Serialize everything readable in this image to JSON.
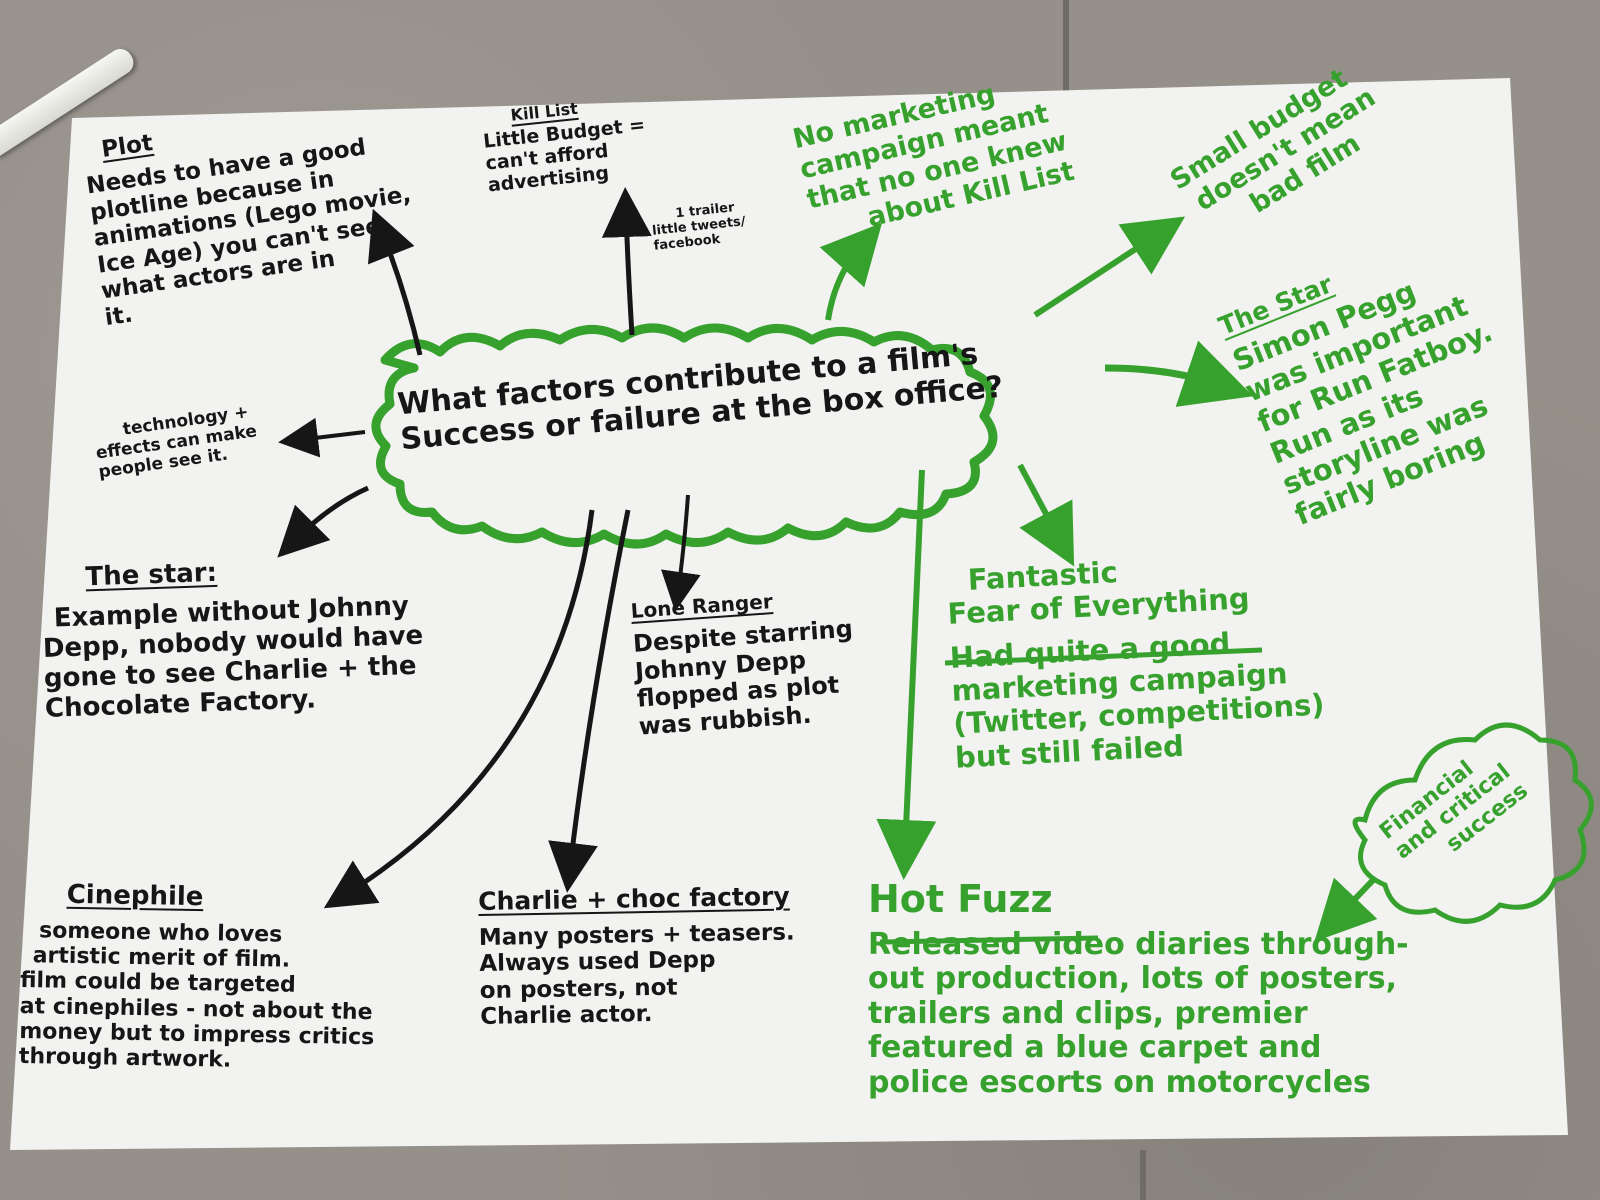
{
  "colors": {
    "paper": "#f2f2f0",
    "table": "#959089",
    "ink_black": "#161616",
    "ink_green": "#37a12e"
  },
  "central_question": {
    "line1": "What factors contribute to a film's",
    "line2": "Success or failure at the box office?"
  },
  "plot_note": {
    "title": "Plot",
    "lines": [
      "Needs to have a good",
      "plotline because in",
      "animations (Lego movie,",
      "Ice Age) you can't see",
      "what actors are in",
      "it."
    ]
  },
  "technology_note": {
    "lines": [
      "technology +",
      "effects can make",
      "people see it."
    ]
  },
  "kill_list_note": {
    "title": "Kill List",
    "lines": [
      "Little Budget =",
      "can't afford",
      "advertising"
    ]
  },
  "kill_list_aside": {
    "lines": [
      "1 trailer",
      "little tweets/",
      "facebook"
    ]
  },
  "marketing_note": {
    "lines": [
      "No marketing",
      "campaign meant",
      "that no one knew",
      "about Kill List"
    ]
  },
  "small_budget_note": {
    "lines": [
      "Small budget",
      "doesn't mean",
      "bad film"
    ]
  },
  "the_star_right": {
    "title": "The Star",
    "lines": [
      "Simon Pegg",
      "was important",
      "for Run Fatboy.",
      "Run as its",
      "storyline was",
      "fairly boring"
    ]
  },
  "the_star_left": {
    "title": "The star:",
    "lines": [
      "Example without Johnny",
      "Depp, nobody would have",
      "gone to see Charlie + the",
      "Chocolate Factory."
    ]
  },
  "lone_ranger_note": {
    "title": "Lone Ranger",
    "lines": [
      "Despite starring",
      "Johnny Depp",
      "flopped as plot",
      "was rubbish."
    ]
  },
  "fantastic_fear_note": {
    "title_line1": "Fantastic",
    "title_line2": "Fear of Everything",
    "lines": [
      "Had quite a good",
      "marketing campaign",
      "(Twitter, competitions)",
      "but still failed"
    ]
  },
  "financial_cloud": {
    "lines": [
      "Financial",
      "and critical",
      "success"
    ]
  },
  "cinephile_note": {
    "title": "Cinephile",
    "lines": [
      "someone who loves",
      "artistic merit of film.",
      "film could be targeted",
      "at cinephiles - not about the",
      "money but to impress critics",
      "through artwork."
    ]
  },
  "charlie_note": {
    "title": "Charlie + choc factory",
    "lines": [
      "Many posters + teasers.",
      "Always used Depp",
      "on posters, not",
      "Charlie actor."
    ]
  },
  "hot_fuzz_note": {
    "title": "Hot Fuzz",
    "lines": [
      "Released video diaries through-",
      "out production, lots of posters,",
      "trailers and clips, premier",
      "featured a blue carpet and",
      "police escorts on motorcycles"
    ]
  }
}
